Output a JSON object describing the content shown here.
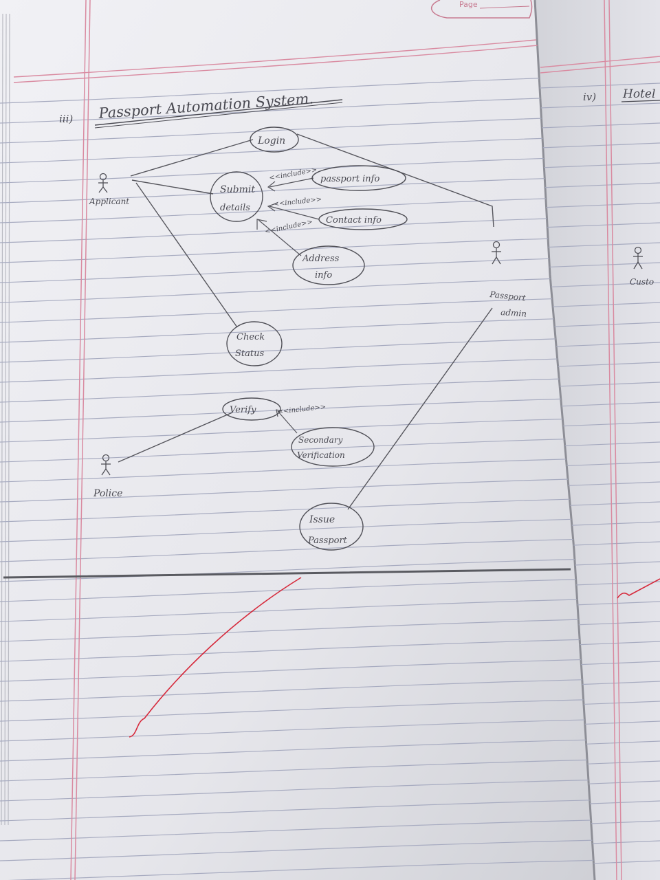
{
  "page": {
    "header_tab_label": "Page",
    "colors": {
      "paper": "#e9e9ee",
      "paper_shade": "#d9d9df",
      "rule_line": "#a7abc0",
      "margin_line": "#d98aa0",
      "pencil": "#55555c",
      "red_pen": "#d6283a",
      "fold_line": "#595a60"
    }
  },
  "diagram": {
    "index_label": "iii)",
    "title": "Passport Automation System.",
    "actors": {
      "applicant": {
        "label": "Applicant"
      },
      "passport_admin": {
        "label_line1": "Passport",
        "label_line2": "admin"
      },
      "police": {
        "label": "Police"
      }
    },
    "use_cases": {
      "login": {
        "line1": "Login"
      },
      "submit_details": {
        "line1": "Submit",
        "line2": "details"
      },
      "passport_info": {
        "line1": "passport info"
      },
      "contact_info": {
        "line1": "Contact info"
      },
      "address_info": {
        "line1": "Address",
        "line2": "info"
      },
      "check_status": {
        "line1": "Check",
        "line2": "Status"
      },
      "verify": {
        "line1": "Verify"
      },
      "secondary_verification": {
        "line1": "Secondary",
        "line2": "Verification"
      },
      "issue_passport": {
        "line1": "Issue",
        "line2": "Passport"
      }
    },
    "relations": {
      "include_passport_info": "<<include>>",
      "include_contact_info": "<<include>>",
      "include_address_info": "<<include>>",
      "include_secondary_verification": "<<include>>"
    }
  },
  "next_page": {
    "index_label": "iv)",
    "title_fragment": "Hotel",
    "actor_label": "Custo"
  },
  "icons": [
    "stick-figure-icon",
    "red-check-mark-icon",
    "page-tab-icon"
  ]
}
